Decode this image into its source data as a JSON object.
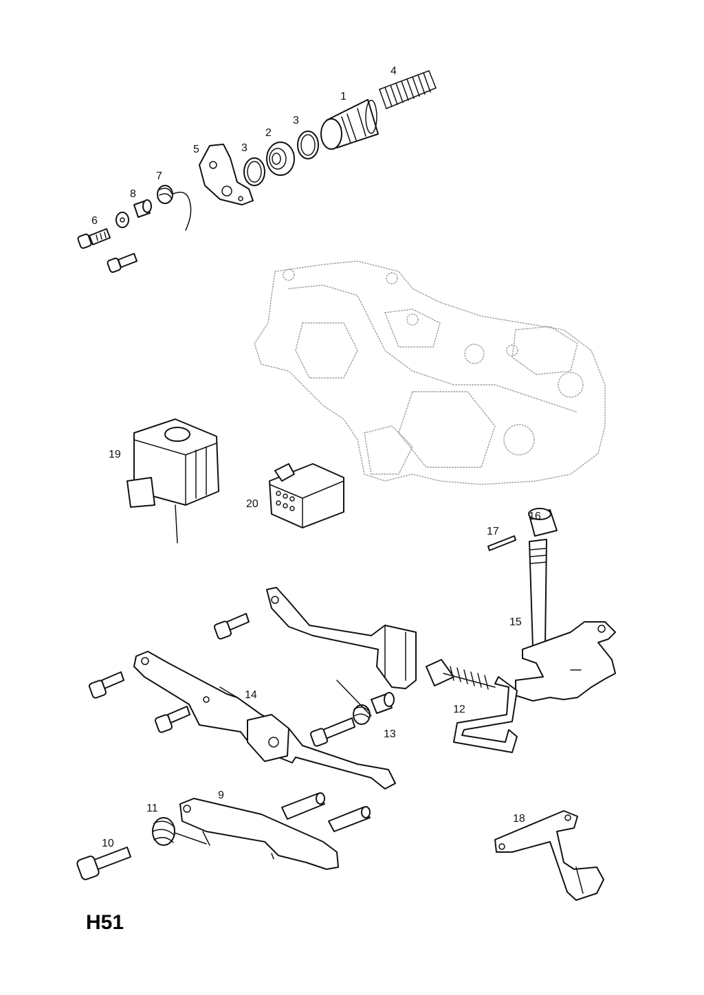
{
  "diagram_code": "H51",
  "callouts": [
    "1",
    "2",
    "3",
    "3",
    "4",
    "5",
    "6",
    "7",
    "8",
    "9",
    "10",
    "11",
    "12",
    "13",
    "14",
    "15",
    "16",
    "17",
    "18",
    "19",
    "20"
  ]
}
